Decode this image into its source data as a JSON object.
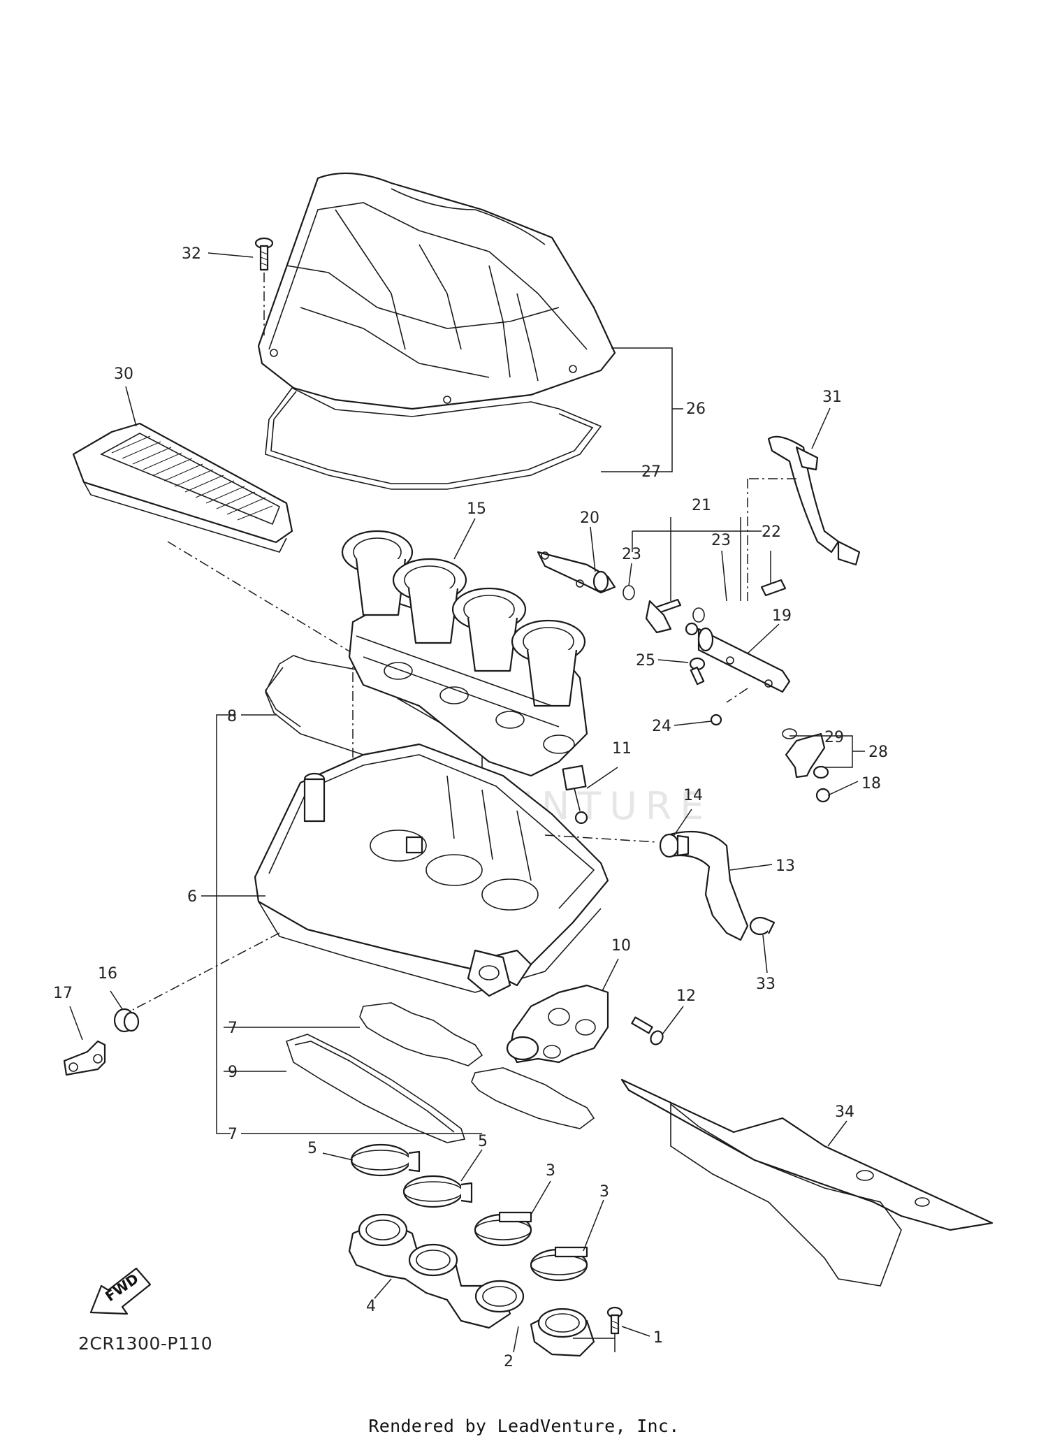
{
  "diagram": {
    "code": "2CR1300-P110",
    "credit": "Rendered by LeadVenture, Inc.",
    "fwd_label": "FWD",
    "watermark": "LEADVENTURE",
    "callouts": [
      "1",
      "2",
      "3",
      "3",
      "4",
      "5",
      "5",
      "6",
      "7",
      "7",
      "8",
      "9",
      "10",
      "11",
      "12",
      "13",
      "14",
      "15",
      "16",
      "17",
      "18",
      "19",
      "20",
      "21",
      "22",
      "23",
      "23",
      "24",
      "25",
      "26",
      "27",
      "28",
      "29",
      "30",
      "31",
      "32",
      "33",
      "34"
    ]
  }
}
